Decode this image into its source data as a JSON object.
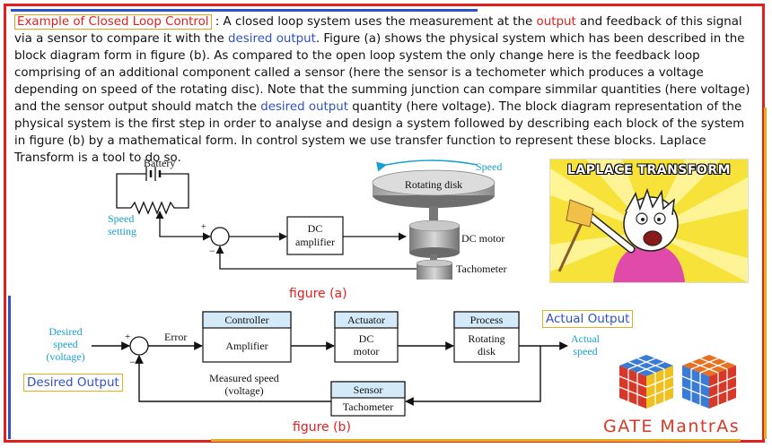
{
  "paragraph": {
    "title": "Example of Closed Loop Control",
    "text1": " : A closed loop system uses the measurement at the ",
    "output_word": "output",
    "text2": " and feedback of this signal via a sensor to compare it with the ",
    "desired_output_1": "desired output",
    "text3": ". Figure (a) shows the physical system which has been described in the block diagram form in figure (b). As compared to the open loop system the only change here is the feedback loop comprising of an additional component called a sensor (here the sensor is a techometer which produces a voltage depending on speed of the rotating disc). Note that the summing junction can compare simmilar quantities (here voltage) and the sensor output should match the ",
    "desired_output_2": "desired output",
    "text4": " quantity (here voltage). The block diagram representation of the physical system is the first step in order to analyse and design a system followed by describing each block of the system in figure (b) by a mathematical form. In control system we use transfer function to represent these blocks. Laplace Transform is a tool to do so."
  },
  "figure_a": {
    "battery": "Battery",
    "speed": "Speed",
    "rotating_disk": "Rotating disk",
    "speed_setting_1": "Speed",
    "speed_setting_2": "setting",
    "plus": "+",
    "minus": "−",
    "dc_amp_1": "DC",
    "dc_amp_2": "amplifier",
    "dc_motor": "DC motor",
    "tachometer": "Tachometer",
    "caption": "figure (a)"
  },
  "figure_b": {
    "desired_1": "Desired",
    "desired_2": "speed",
    "desired_3": "(voltage)",
    "plus": "+",
    "minus": "−",
    "error": "Error",
    "controller_header": "Controller",
    "controller_body": "Amplifier",
    "actuator_header": "Actuator",
    "actuator_body_1": "DC",
    "actuator_body_2": "motor",
    "process_header": "Process",
    "process_body_1": "Rotating",
    "process_body_2": "disk",
    "actual_1": "Actual",
    "actual_2": "speed",
    "measured_1": "Measured speed",
    "measured_2": "(voltage)",
    "sensor_header": "Sensor",
    "sensor_body": "Tachometer",
    "caption": "figure (b)"
  },
  "tags": {
    "actual_output": "Actual Output",
    "desired_output": "Desired Output"
  },
  "meme": {
    "title": "LAPLACE TRANSFORM"
  },
  "logo": {
    "text": "GATE MantrAs"
  },
  "colors": {
    "accent_red": "#e02020",
    "accent_blue": "#3050c8",
    "tag_border": "#e0b020",
    "cyan_label": "#1aa0d0",
    "block_fill": "#d4eaf8"
  }
}
